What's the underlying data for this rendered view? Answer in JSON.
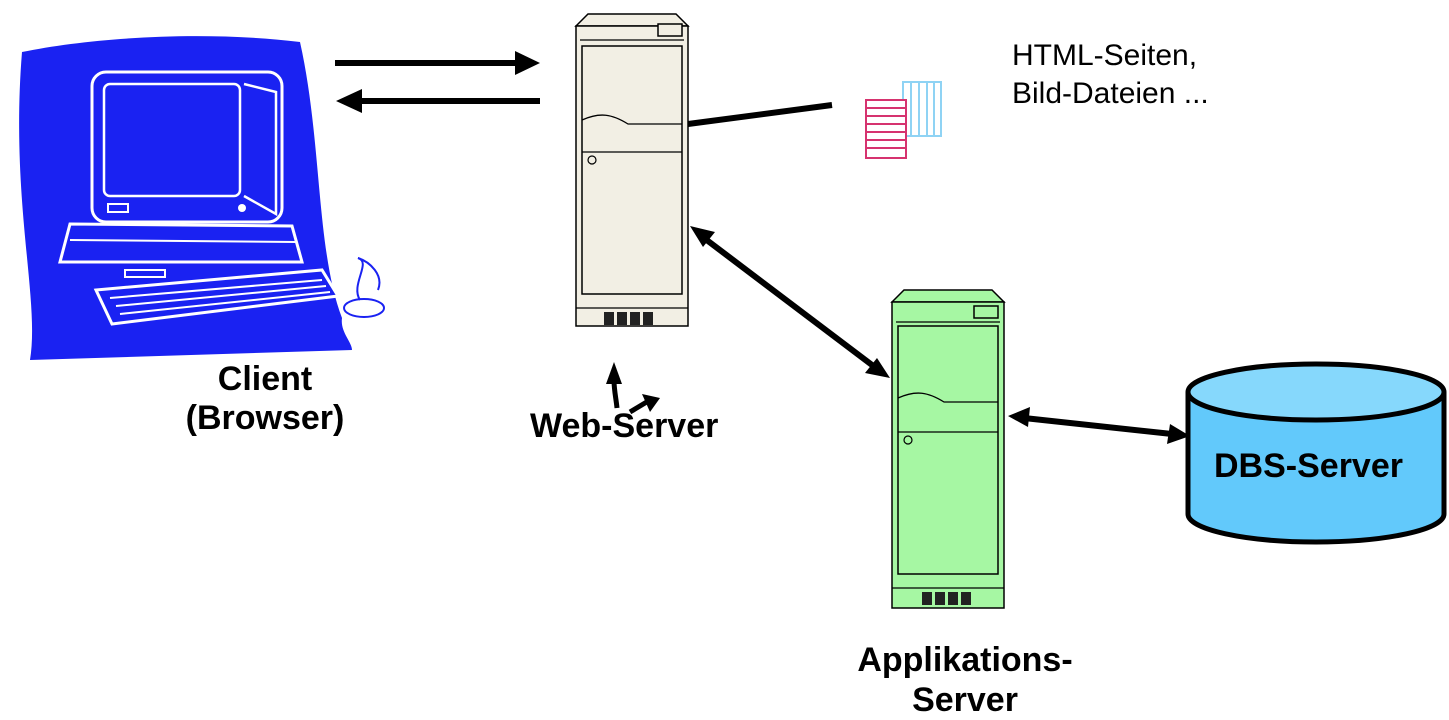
{
  "labels": {
    "client": "Client",
    "client_sub": "(Browser)",
    "web_server": "Web-Server",
    "files_line1": "HTML-Seiten,",
    "files_line2": "Bild-Dateien ...",
    "app_server_line1": "Applikations-",
    "app_server_line2": "Server",
    "dbs_server": "DBS-Server"
  },
  "colors": {
    "client_blob": "#1a22f2",
    "web_server_body": "#f2efe4",
    "app_server_body": "#a6f7a3",
    "db_fill": "#62c9fb",
    "db_top": "#86d8fc",
    "html_doc": "#d6336f",
    "image_doc": "#8fd3f4"
  },
  "icons": [
    "client-computer-icon",
    "web-server-tower-icon",
    "app-server-tower-icon",
    "database-cylinder-icon",
    "html-document-icon",
    "image-file-icon"
  ]
}
